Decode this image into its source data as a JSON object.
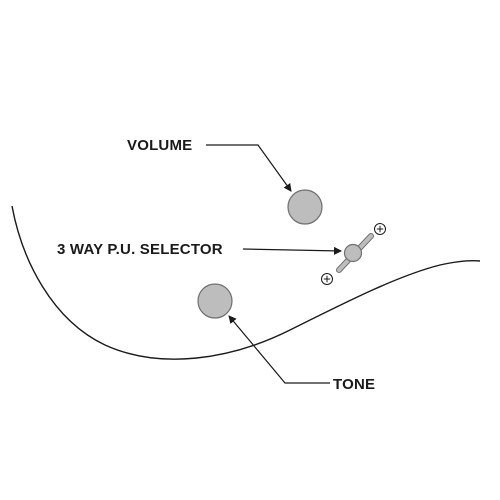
{
  "labels": {
    "volume": "VOLUME",
    "selector": "3 WAY P.U. SELECTOR",
    "tone": "TONE"
  },
  "colors": {
    "line": "#1a1a1a",
    "knob_fill": "#bdbdbd",
    "knob_stroke": "#6e6e6e",
    "background": "#ffffff"
  },
  "icons": {
    "selector_end_marks": "plus-circle-icon"
  }
}
